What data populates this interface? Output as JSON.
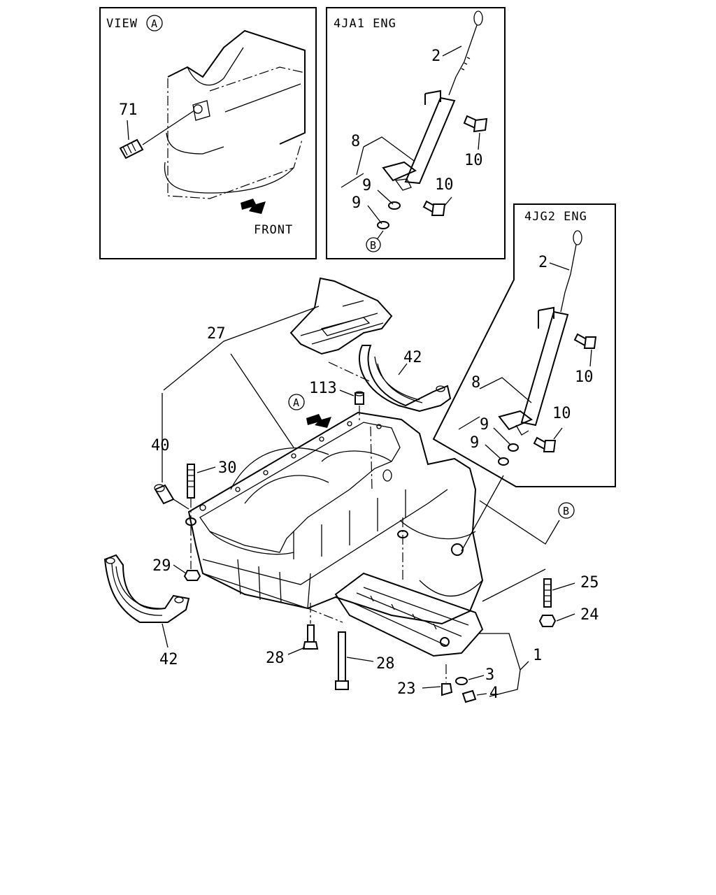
{
  "panels": {
    "view_a": {
      "title_prefix": "VIEW",
      "title_marker": "A",
      "front_label": "FRONT",
      "callout_71": "71"
    },
    "eng_4ja1": {
      "title": "4JA1 ENG",
      "c2": "2",
      "c8": "8",
      "c9a": "9",
      "c9b": "9",
      "c10a": "10",
      "c10b": "10",
      "marker_b": "B"
    },
    "eng_4jg2": {
      "title": "4JG2 ENG",
      "c2": "2",
      "c8": "8",
      "c9a": "9",
      "c9b": "9",
      "c10a": "10",
      "c10b": "10"
    }
  },
  "callouts": {
    "c27": "27",
    "c42_top": "42",
    "c113": "113",
    "c40": "40",
    "c30": "30",
    "c29": "29",
    "c42_bottom": "42",
    "c28_left": "28",
    "c28_right": "28",
    "c25": "25",
    "c24": "24",
    "c1": "1",
    "c3": "3",
    "c4": "4",
    "c23": "23"
  },
  "markers": {
    "view_a": "A",
    "ref_b": "B"
  }
}
